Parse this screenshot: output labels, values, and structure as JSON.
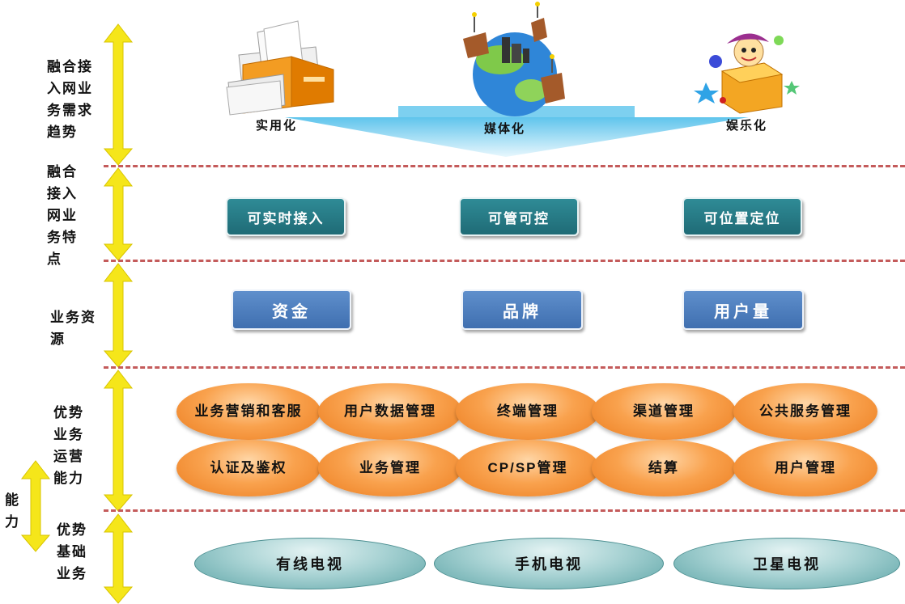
{
  "row_labels": {
    "trend": "融合接入网业务需求趋势",
    "features": "融合接入网业务特点",
    "resources": "业务资源",
    "operation": "优势业务运营能力",
    "base": "优势基础业务",
    "capability": "能力"
  },
  "trends": [
    "实用化",
    "媒体化",
    "娱乐化"
  ],
  "features": [
    "可实时接入",
    "可管可控",
    "可位置定位"
  ],
  "resources": [
    "资金",
    "品牌",
    "用户量"
  ],
  "operations_row1": [
    "业务营销和客服",
    "用户数据管理",
    "终端管理",
    "渠道管理",
    "公共服务管理"
  ],
  "operations_row2": [
    "认证及鉴权",
    "业务管理",
    "CP/SP管理",
    "结算",
    "用户管理"
  ],
  "base_services": [
    "有线电视",
    "手机电视",
    "卫星电视"
  ],
  "colors": {
    "arrow": "#f5e61a",
    "dash": "#c45b5b",
    "teal": "#2f8b96",
    "blue": "#4f7fbe",
    "orange": "#f39232",
    "teal_oval": "#a9d3d4"
  }
}
